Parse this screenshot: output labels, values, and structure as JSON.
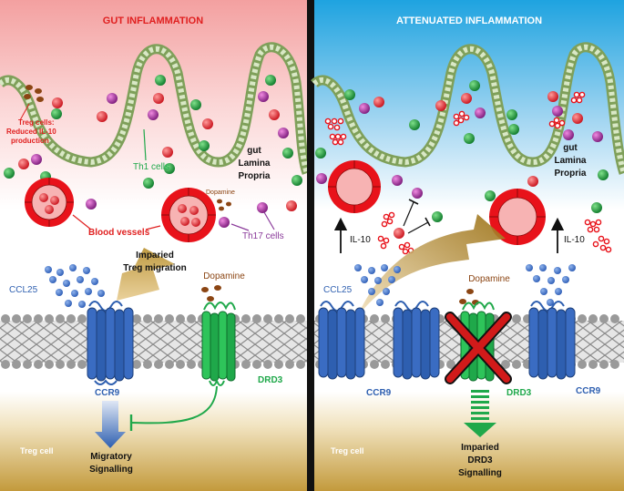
{
  "left_panel": {
    "title": "GUT INFLAMMATION",
    "treg_note": [
      "Treg cells:",
      "Reduced IL-10",
      "production"
    ],
    "th1_label": "Th1 cells",
    "lamina_label": [
      "gut",
      "Lamina",
      "Propria"
    ],
    "dopamine_small": "Dopamine",
    "blood_vessels_label": "Blood vessels",
    "th17_label": "Th17 cells",
    "impaired_migration": [
      "Imparied",
      "Treg migration"
    ],
    "ccl25_label": "CCL25",
    "dopamine_label": "Dopamine",
    "ccr9_label": "CCR9",
    "drd3_label": "DRD3",
    "treg_cell_label": "Treg cell",
    "migratory_signalling": [
      "Migratory",
      "Signalling"
    ]
  },
  "right_panel": {
    "title": "ATTENUATED INFLAMMATION",
    "lamina_label": [
      "gut",
      "Lamina",
      "Propria"
    ],
    "il10_left": "IL-10",
    "il10_right": "IL-10",
    "ccl25_label": "CCL25",
    "dopamine_label": "Dopamine",
    "ccr9_left": "CCR9",
    "ccr9_right": "CCR9",
    "drd3_label": "DRD3",
    "treg_cell_label": "Treg cell",
    "impaired_drd3": [
      "Imparied",
      "DRD3",
      "Signalling"
    ]
  },
  "colors": {
    "inflamed_top": "#f4a0a0",
    "calm_top": "#29a8e0",
    "title_red": "#e02020",
    "epithelium": "#7fa05a",
    "vessel_red": "#e8121a",
    "ccr9_blue": "#2e5fb0",
    "drd3_green": "#1fa84a",
    "th17_purple": "#8a3a9a",
    "dopamine_brown": "#8b4513",
    "treg_gold": "#c9a24a"
  }
}
